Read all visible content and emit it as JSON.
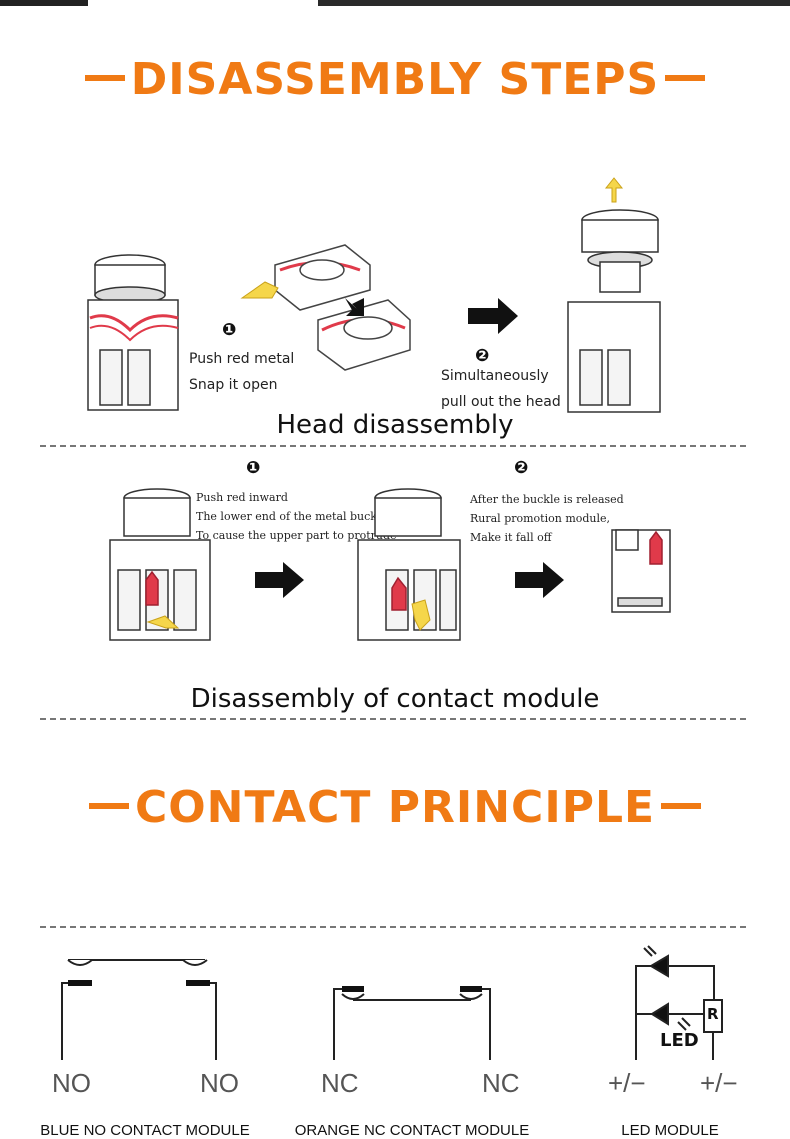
{
  "sections": {
    "disassembly_title": "DISASSEMBLY STEPS",
    "contact_title": "CONTACT PRINCIPLE"
  },
  "head": {
    "caption": "Head disassembly",
    "step1_num": "❶",
    "step1_lines": [
      "Push red metal",
      "Snap it open"
    ],
    "step2_num": "❷",
    "step2_lines": [
      "Simultaneously",
      "pull out the head"
    ]
  },
  "module": {
    "caption": "Disassembly of contact module",
    "step1_num": "❶",
    "step1_lines": [
      "Push red inward",
      "The lower end of the metal buckle,",
      "To cause the upper part to protrude"
    ],
    "step2_num": "❷",
    "step2_lines": [
      "After the buckle is released",
      "Rural promotion module,",
      "Make it fall off"
    ]
  },
  "contacts": {
    "no": {
      "left": "NO",
      "right": "NO",
      "label": "BLUE NO CONTACT MODULE"
    },
    "nc": {
      "left": "NC",
      "right": "NC",
      "label": "ORANGE NC CONTACT MODULE"
    },
    "led": {
      "left": "+/−",
      "right": "+/−",
      "label": "LED MODULE",
      "text": "LED",
      "resistor": "R"
    }
  },
  "colors": {
    "accent": "#f07a14",
    "highlight": "#e03a4a",
    "arrow_yellow": "#f5d64a"
  },
  "icons": [
    "arrow-right-icon",
    "arrow-up-icon",
    "arrow-diagonal-icon",
    "push-button-illustration",
    "diode-icon"
  ]
}
